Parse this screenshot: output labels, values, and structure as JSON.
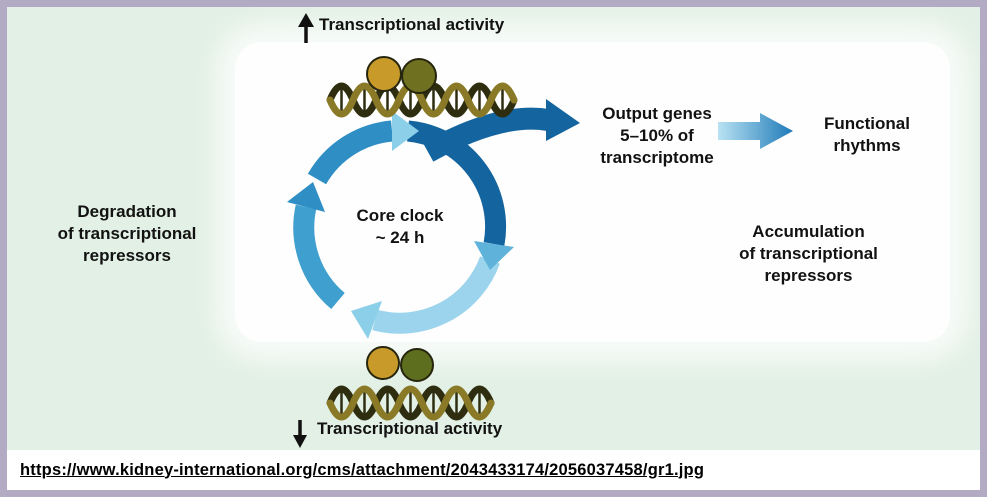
{
  "figure": {
    "top_activity": "Transcriptional activity",
    "output_genes": "Output genes\n5–10% of\ntranscriptome",
    "functional_rhythms": "Functional\nrhythms",
    "core_clock": "Core clock\n~ 24 h",
    "degradation": "Degradation\nof transcriptional\nrepressors",
    "accumulation": "Accumulation\nof transcriptional\nrepressors",
    "bottom_activity": "Transcriptional activity"
  },
  "footer": {
    "url": "https://www.kidney-international.org/cms/attachment/2043433174/2056037458/gr1.jpg"
  },
  "colors": {
    "background": "#e2f0e5",
    "frame": "#b3abc4",
    "ring_medium": "#2f8fc5",
    "ring_dark": "#14649f",
    "ring_light": "#9bd4ec",
    "ring_mid2": "#3f9fce",
    "head_light": "#8ccfe9",
    "head_right": "#5fb3da",
    "grad_start": "#b9e2f3",
    "grad_end": "#1f7ab8",
    "dna_dark": "#2e2d10",
    "dna_gold": "#8a7a28",
    "nucleosome_gold": "#c89a2a",
    "nucleosome_olive": "#6f7020",
    "nucleosome_green": "#5d6e1e",
    "arrow_black": "#111111",
    "text": "#121212"
  }
}
